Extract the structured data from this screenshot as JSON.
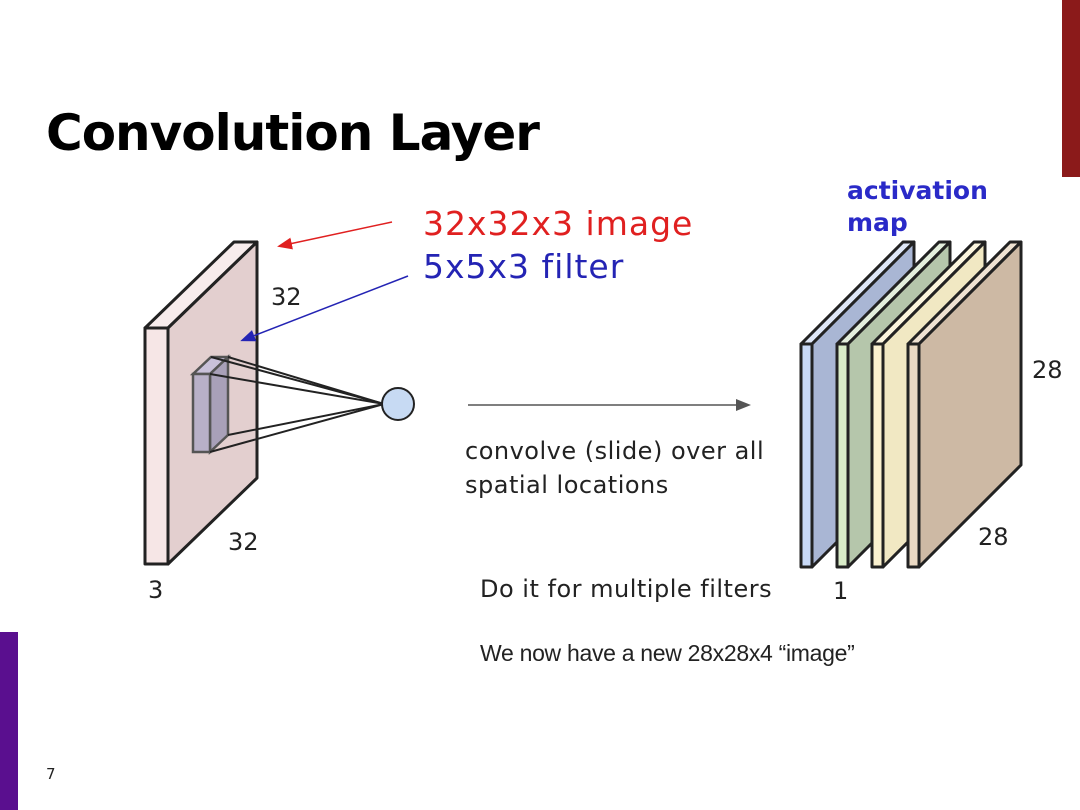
{
  "slide": {
    "title": "Convolution Layer",
    "page_number": "7",
    "accent_colors": {
      "right_bar": "#8b1a1a",
      "left_bar": "#5a0f8f"
    }
  },
  "diagram": {
    "input_label": "32x32x3 image",
    "filter_label": "5x5x3 filter",
    "input_height": "32",
    "input_width": "32",
    "input_depth": "3",
    "activation_label_line1": "activation",
    "activation_label_line2": "map",
    "output_height": "28",
    "output_width": "28",
    "output_index": "1",
    "convolve_line1": "convolve (slide) over all",
    "convolve_line2": "spatial locations",
    "multi_filter_text": "Do it for multiple filters",
    "result_text": "We now have a new 28x28x4 “image”",
    "colors": {
      "input_label": "#e02020",
      "filter_label": "#2424b4",
      "activation_label": "#2a2ac8",
      "map_fills": [
        "#a9b6d4",
        "#b5c6ab",
        "#f1e8c3",
        "#cdb9a4"
      ]
    }
  }
}
